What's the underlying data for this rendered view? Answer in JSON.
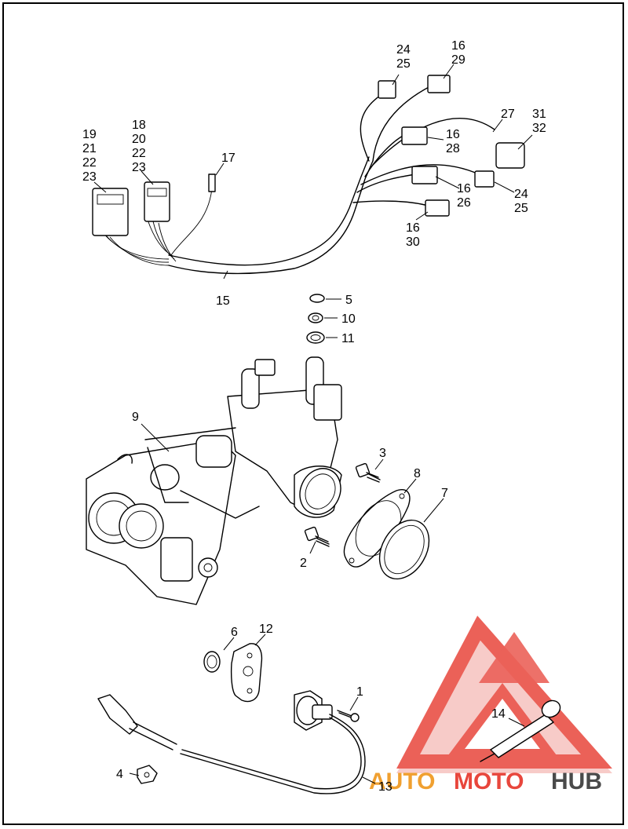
{
  "callouts": {
    "c_24a": "24",
    "c_25a": "25",
    "c_16a": "16",
    "c_29": "29",
    "c_19": "19",
    "c_21": "21",
    "c_22a": "22",
    "c_23a": "23",
    "c_18": "18",
    "c_20": "20",
    "c_22b": "22",
    "c_23b": "23",
    "c_17": "17",
    "c_27": "27",
    "c_31": "31",
    "c_32": "32",
    "c_16b": "16",
    "c_28": "28",
    "c_16c": "16",
    "c_26": "26",
    "c_24b": "24",
    "c_25b": "25",
    "c_16d": "16",
    "c_30": "30",
    "c_15": "15",
    "c_5": "5",
    "c_10": "10",
    "c_11": "11",
    "c_9": "9",
    "c_3": "3",
    "c_8": "8",
    "c_7": "7",
    "c_2": "2",
    "c_6": "6",
    "c_12": "12",
    "c_1": "1",
    "c_14": "14",
    "c_4": "4",
    "c_13": "13"
  },
  "watermark": {
    "auto": "AUTO",
    "moto": "MOTO",
    "hub": "HUB",
    "colors": {
      "red": "#e8463c",
      "pink": "#f2a19c",
      "orange": "#f0a030",
      "gray": "#4a4a4a"
    }
  }
}
